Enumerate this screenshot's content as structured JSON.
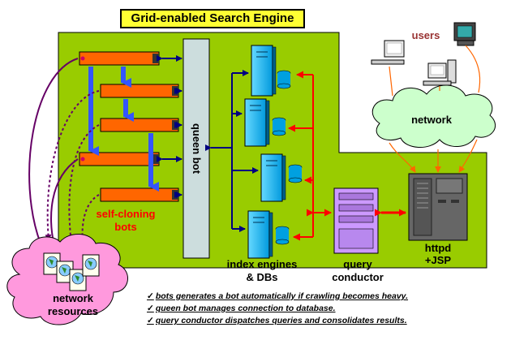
{
  "title": "Grid-enabled Search Engine",
  "labels": {
    "queen_bot": "queen bot",
    "self_cloning_line1": "self-cloning",
    "self_cloning_line2": "bots",
    "index_line1": "index engines",
    "index_line2": "& DBs",
    "query_line1": "query",
    "query_line2": "conductor",
    "httpd_line1": "httpd",
    "httpd_line2": "+JSP",
    "users": "users",
    "network": "network",
    "resources_line1": "network",
    "resources_line2": "resources"
  },
  "notes": [
    "bots generates a bot automatically if crawling becomes heavy.",
    "queen bot manages connection to database.",
    "query conductor dispatches queries and consolidates results."
  ],
  "colors": {
    "grid_area": "#99cc00",
    "title_bg": "#ffff33",
    "bot": "#ff6600",
    "queen_bot": "#ccdddd",
    "server": "#00b0f0",
    "conductor": "#cc99ff",
    "httpd": "#666666",
    "network_cloud": "#ccffcc",
    "resources_cloud": "#ff99dd",
    "arrows_red": "#ff0000",
    "arrows_navy": "#000080",
    "arrows_blue": "#3355ff",
    "links_purple": "#660066",
    "links_orange": "#ff6600"
  }
}
